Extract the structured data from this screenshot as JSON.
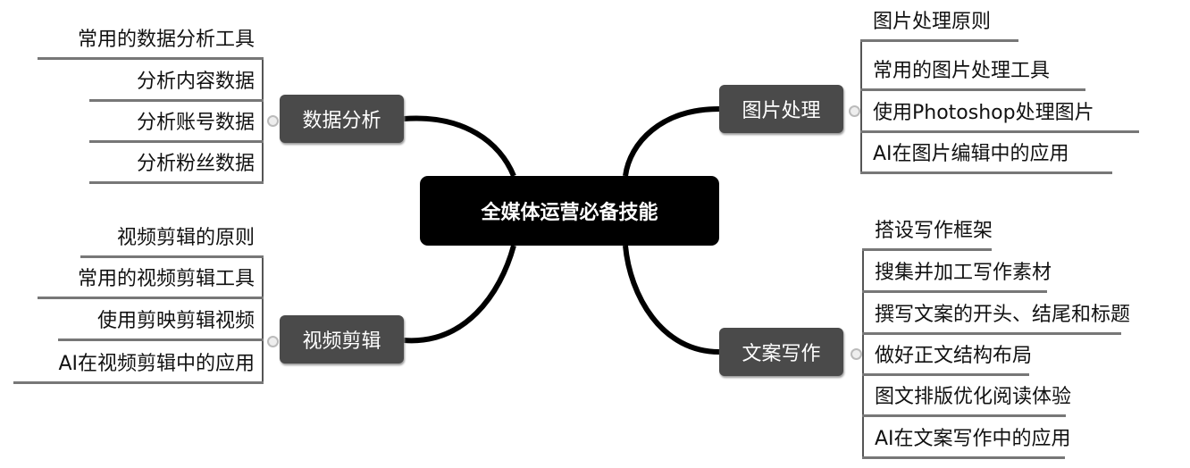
{
  "center": {
    "label": "全媒体运营必备技能"
  },
  "branches": [
    {
      "label": "数据分析",
      "side": "left",
      "items": [
        "常用的数据分析工具",
        "分析内容数据",
        "分析账号数据",
        "分析粉丝数据"
      ]
    },
    {
      "label": "视频剪辑",
      "side": "left",
      "items": [
        "视频剪辑的原则",
        "常用的视频剪辑工具",
        "使用剪映剪辑视频",
        "AI在视频剪辑中的应用"
      ]
    },
    {
      "label": "图片处理",
      "side": "right",
      "items": [
        "图片处理原则",
        "常用的图片处理工具",
        "使用Photoshop处理图片",
        "AI在图片编辑中的应用"
      ]
    },
    {
      "label": "文案写作",
      "side": "right",
      "items": [
        "搭设写作框架",
        "搜集并加工写作素材",
        "撰写文案的开头、结尾和标题",
        "做好正文结构布局",
        "图文排版优化阅读体验",
        "AI在文案写作中的应用"
      ]
    }
  ]
}
